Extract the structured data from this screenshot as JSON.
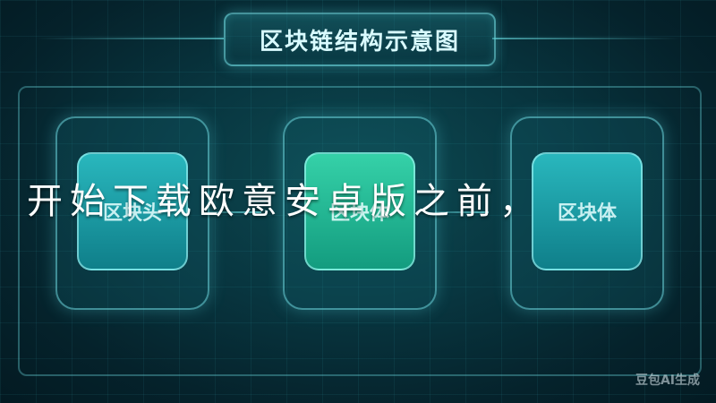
{
  "title": "区块链结构示意图",
  "blocks": [
    {
      "label": "区块头"
    },
    {
      "label": "区块体"
    },
    {
      "label": "区块体"
    }
  ],
  "overlay": {
    "text": "开始下载欧意安卓版之前，"
  },
  "watermark": "豆包AI生成",
  "colors": {
    "accent": "#6ee6eb",
    "block_side": "#1aa6ad",
    "block_mid": "#23b893",
    "background": "#06303a"
  }
}
